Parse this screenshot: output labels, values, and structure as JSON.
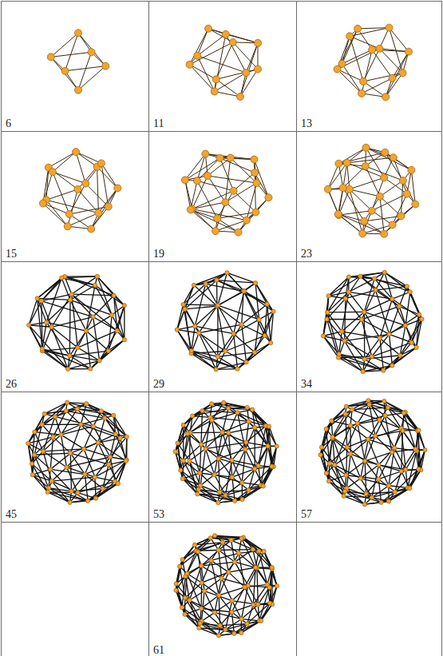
{
  "diagram": {
    "nodes": [
      {
        "text": [
          "6"
        ]
      },
      {
        "text": [
          "11"
        ]
      },
      {
        "text": [
          "13"
        ]
      },
      {
        "text": [
          "15"
        ]
      },
      {
        "text": [
          "19"
        ]
      },
      {
        "text": [
          "23"
        ]
      },
      {
        "text": [
          "26"
        ]
      },
      {
        "text": [
          "29"
        ]
      },
      {
        "text": [
          "34"
        ]
      },
      {
        "text": [
          "45"
        ]
      },
      {
        "text": [
          "53"
        ]
      },
      {
        "text": [
          "57"
        ]
      },
      {
        "text": [
          "61"
        ]
      }
    ]
  }
}
